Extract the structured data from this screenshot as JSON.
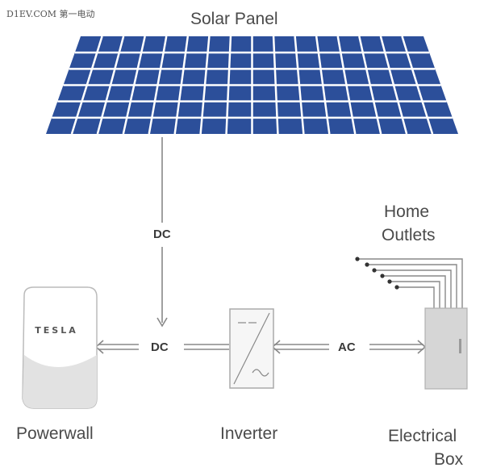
{
  "watermark": "D1EV.COM 第一电动",
  "labels": {
    "solar_panel": "Solar Panel",
    "home_outlets_line1": "Home",
    "home_outlets_line2": "Outlets",
    "powerwall": "Powerwall",
    "inverter": "Inverter",
    "electrical_box_line1": "Electrical",
    "electrical_box_line2": "Box"
  },
  "flows": {
    "panel_to_powerwall": "DC",
    "inverter_to_powerwall": "DC",
    "box_to_inverter": "AC"
  },
  "powerwall_logo": "TESLA",
  "colors": {
    "panel_cell": "#2c4f9a",
    "panel_grid": "#ffffff",
    "wire": "#888888",
    "box_fill": "#d6d6d6",
    "powerwall_shade": "#e2e2e2"
  }
}
